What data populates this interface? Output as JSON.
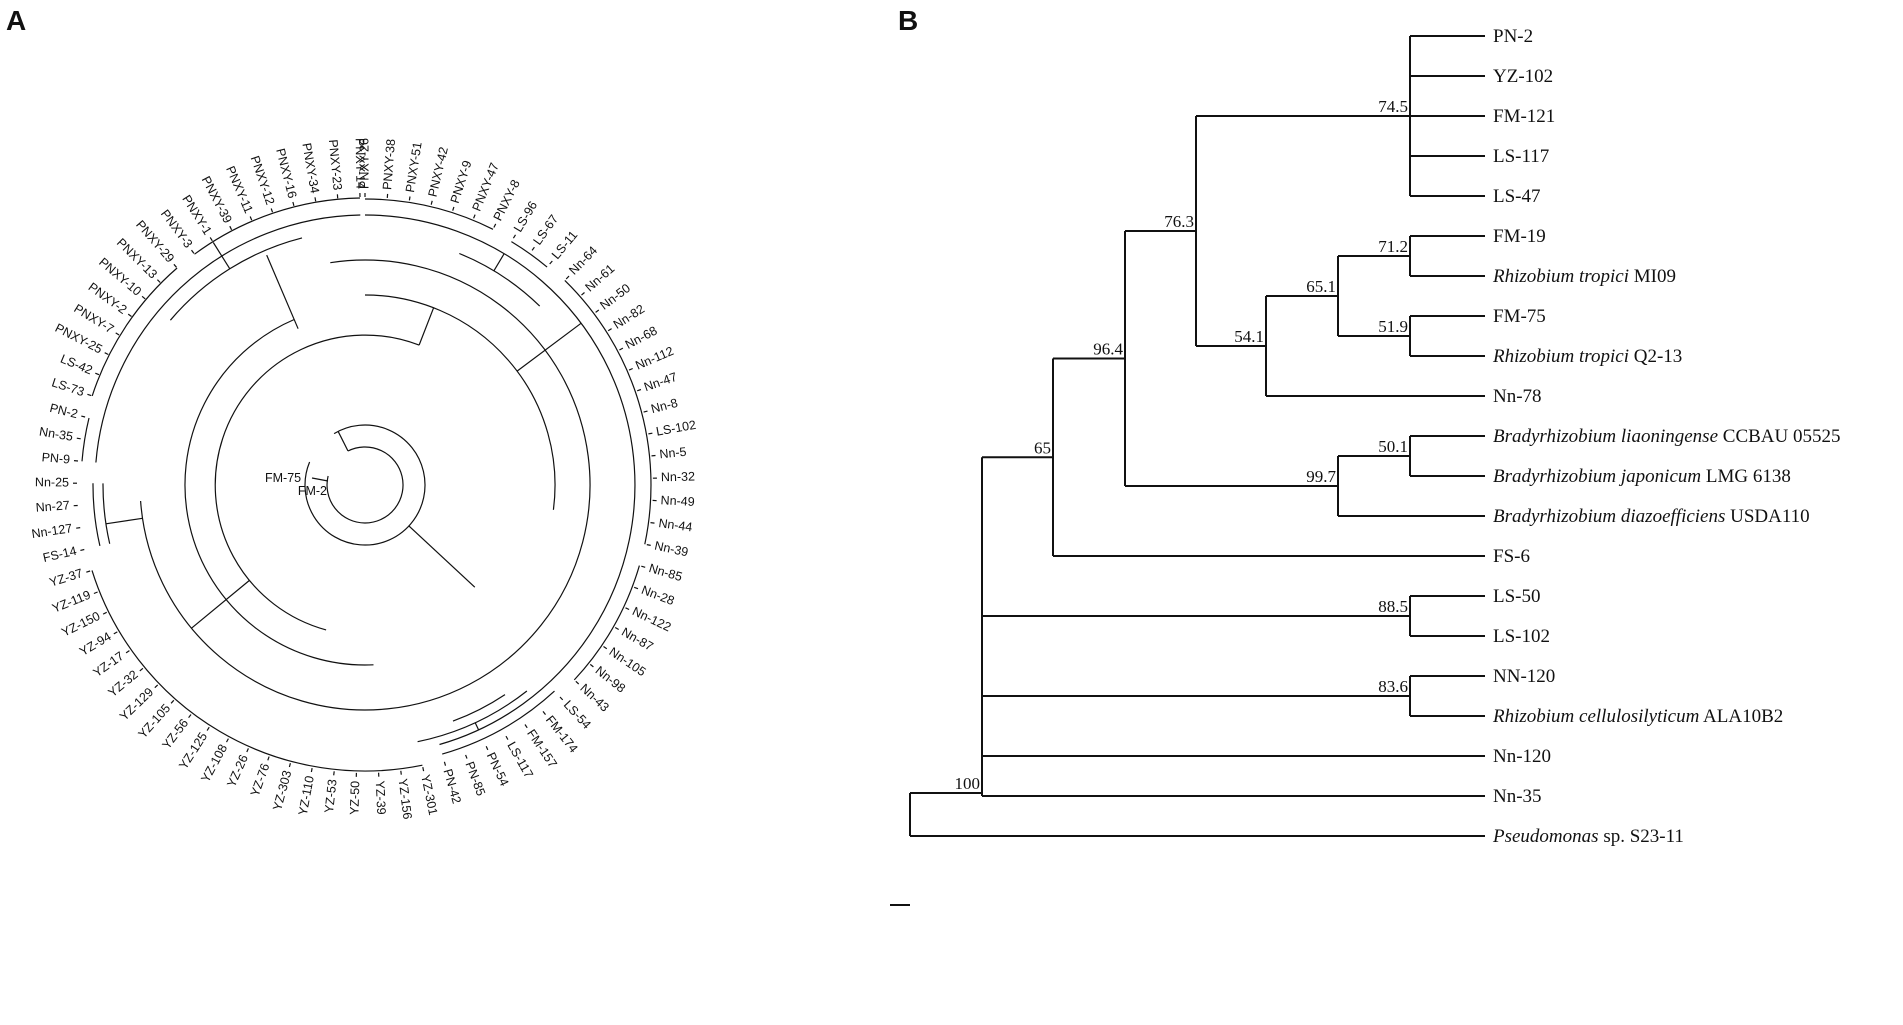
{
  "panels": {
    "a": "A",
    "b": "B"
  },
  "circular_tree": {
    "leaves": [
      {
        "label": "PNXY-26"
      },
      {
        "label": "PNXY-38"
      },
      {
        "label": "PNXY-51"
      },
      {
        "label": "PNXY-42"
      },
      {
        "label": "PNXY-9"
      },
      {
        "label": "PNXY-47"
      },
      {
        "label": "PNXY-8"
      },
      {
        "label": "LS-96"
      },
      {
        "label": "LS-67"
      },
      {
        "label": "LS-11"
      },
      {
        "label": "Nn-64"
      },
      {
        "label": "Nn-61"
      },
      {
        "label": "Nn-50"
      },
      {
        "label": "Nn-82"
      },
      {
        "label": "Nn-68"
      },
      {
        "label": "Nn-112"
      },
      {
        "label": "Nn-47"
      },
      {
        "label": "Nn-8"
      },
      {
        "label": "LS-102"
      },
      {
        "label": "Nn-5"
      },
      {
        "label": "Nn-32"
      },
      {
        "label": "Nn-49"
      },
      {
        "label": "Nn-44"
      },
      {
        "label": "Nn-39"
      },
      {
        "label": "Nn-85"
      },
      {
        "label": "Nn-28"
      },
      {
        "label": "Nn-122"
      },
      {
        "label": "Nn-87"
      },
      {
        "label": "Nn-105"
      },
      {
        "label": "Nn-98"
      },
      {
        "label": "Nn-43"
      },
      {
        "label": "LS-54"
      },
      {
        "label": "FM-174"
      },
      {
        "label": "FM-157"
      },
      {
        "label": "LS-117"
      },
      {
        "label": "PN-54"
      },
      {
        "label": "PN-85"
      },
      {
        "label": "PN-42"
      },
      {
        "label": "YZ-301"
      },
      {
        "label": "YZ-156"
      },
      {
        "label": "YZ-39"
      },
      {
        "label": "YZ-50"
      },
      {
        "label": "YZ-53"
      },
      {
        "label": "YZ-110"
      },
      {
        "label": "YZ-303"
      },
      {
        "label": "YZ-76"
      },
      {
        "label": "YZ-26"
      },
      {
        "label": "YZ-108"
      },
      {
        "label": "YZ-125"
      },
      {
        "label": "YZ-56"
      },
      {
        "label": "YZ-105"
      },
      {
        "label": "YZ-129"
      },
      {
        "label": "YZ-32"
      },
      {
        "label": "YZ-17"
      },
      {
        "label": "YZ-94"
      },
      {
        "label": "YZ-150"
      },
      {
        "label": "YZ-119"
      },
      {
        "label": "YZ-37"
      },
      {
        "label": "FS-14"
      },
      {
        "label": "Nn-127"
      },
      {
        "label": "Nn-27"
      },
      {
        "label": "Nn-25"
      },
      {
        "label": "PN-9"
      },
      {
        "label": "Nn-35"
      },
      {
        "label": "PN-2"
      },
      {
        "label": "LS-73"
      },
      {
        "label": "LS-42"
      },
      {
        "label": "PNXY-25"
      },
      {
        "label": "PNXY-7"
      },
      {
        "label": "PNXY-2"
      },
      {
        "label": "PNXY-10"
      },
      {
        "label": "PNXY-13"
      },
      {
        "label": "PNXY-29"
      },
      {
        "label": "PNXY-3"
      },
      {
        "label": "PNXY-1"
      },
      {
        "label": "PNXY-39"
      },
      {
        "label": "PNXY-11"
      },
      {
        "label": "PNXY-12"
      },
      {
        "label": "PNXY-16"
      },
      {
        "label": "PNXY-34"
      },
      {
        "label": "PNXY-23"
      },
      {
        "label": "PNXY-14"
      }
    ],
    "root_labels": {
      "outgroup_a": "FM-75",
      "outgroup_b": "FM-2"
    }
  },
  "linear_tree": {
    "leaves": [
      {
        "label": "PN-2",
        "italic": "",
        "plain": ""
      },
      {
        "label": "YZ-102",
        "italic": "",
        "plain": ""
      },
      {
        "label": "FM-121",
        "italic": "",
        "plain": ""
      },
      {
        "label": "LS-117",
        "italic": "",
        "plain": ""
      },
      {
        "label": "LS-47",
        "italic": "",
        "plain": ""
      },
      {
        "label": "FM-19",
        "italic": "",
        "plain": ""
      },
      {
        "label": "",
        "italic": "Rhizobium tropici",
        "plain": " MI09"
      },
      {
        "label": "FM-75",
        "italic": "",
        "plain": ""
      },
      {
        "label": "",
        "italic": "Rhizobium tropici",
        "plain": " Q2-13"
      },
      {
        "label": "Nn-78",
        "italic": "",
        "plain": ""
      },
      {
        "label": "",
        "italic": "Bradyrhizobium liaoningense",
        "plain": " CCBAU 05525"
      },
      {
        "label": "",
        "italic": "Bradyrhizobium japonicum",
        "plain": " LMG 6138"
      },
      {
        "label": "",
        "italic": "Bradyrhizobium diazoefficiens",
        "plain": " USDA110"
      },
      {
        "label": "FS-6",
        "italic": "",
        "plain": ""
      },
      {
        "label": "LS-50",
        "italic": "",
        "plain": ""
      },
      {
        "label": "LS-102",
        "italic": "",
        "plain": ""
      },
      {
        "label": "NN-120",
        "italic": "",
        "plain": ""
      },
      {
        "label": "",
        "italic": "Rhizobium cellulosilyticum",
        "plain": " ALA10B2"
      },
      {
        "label": "Nn-120",
        "italic": "",
        "plain": ""
      },
      {
        "label": "Nn-35",
        "italic": "",
        "plain": ""
      },
      {
        "label": "",
        "italic": "Pseudomonas",
        "plain": " sp. S23-11"
      }
    ],
    "bootstrap": [
      "74.5",
      "76.3",
      "71.2",
      "65.1",
      "51.9",
      "54.1",
      "96.4",
      "50.1",
      "99.7",
      "65",
      "88.5",
      "83.6",
      "100"
    ]
  }
}
